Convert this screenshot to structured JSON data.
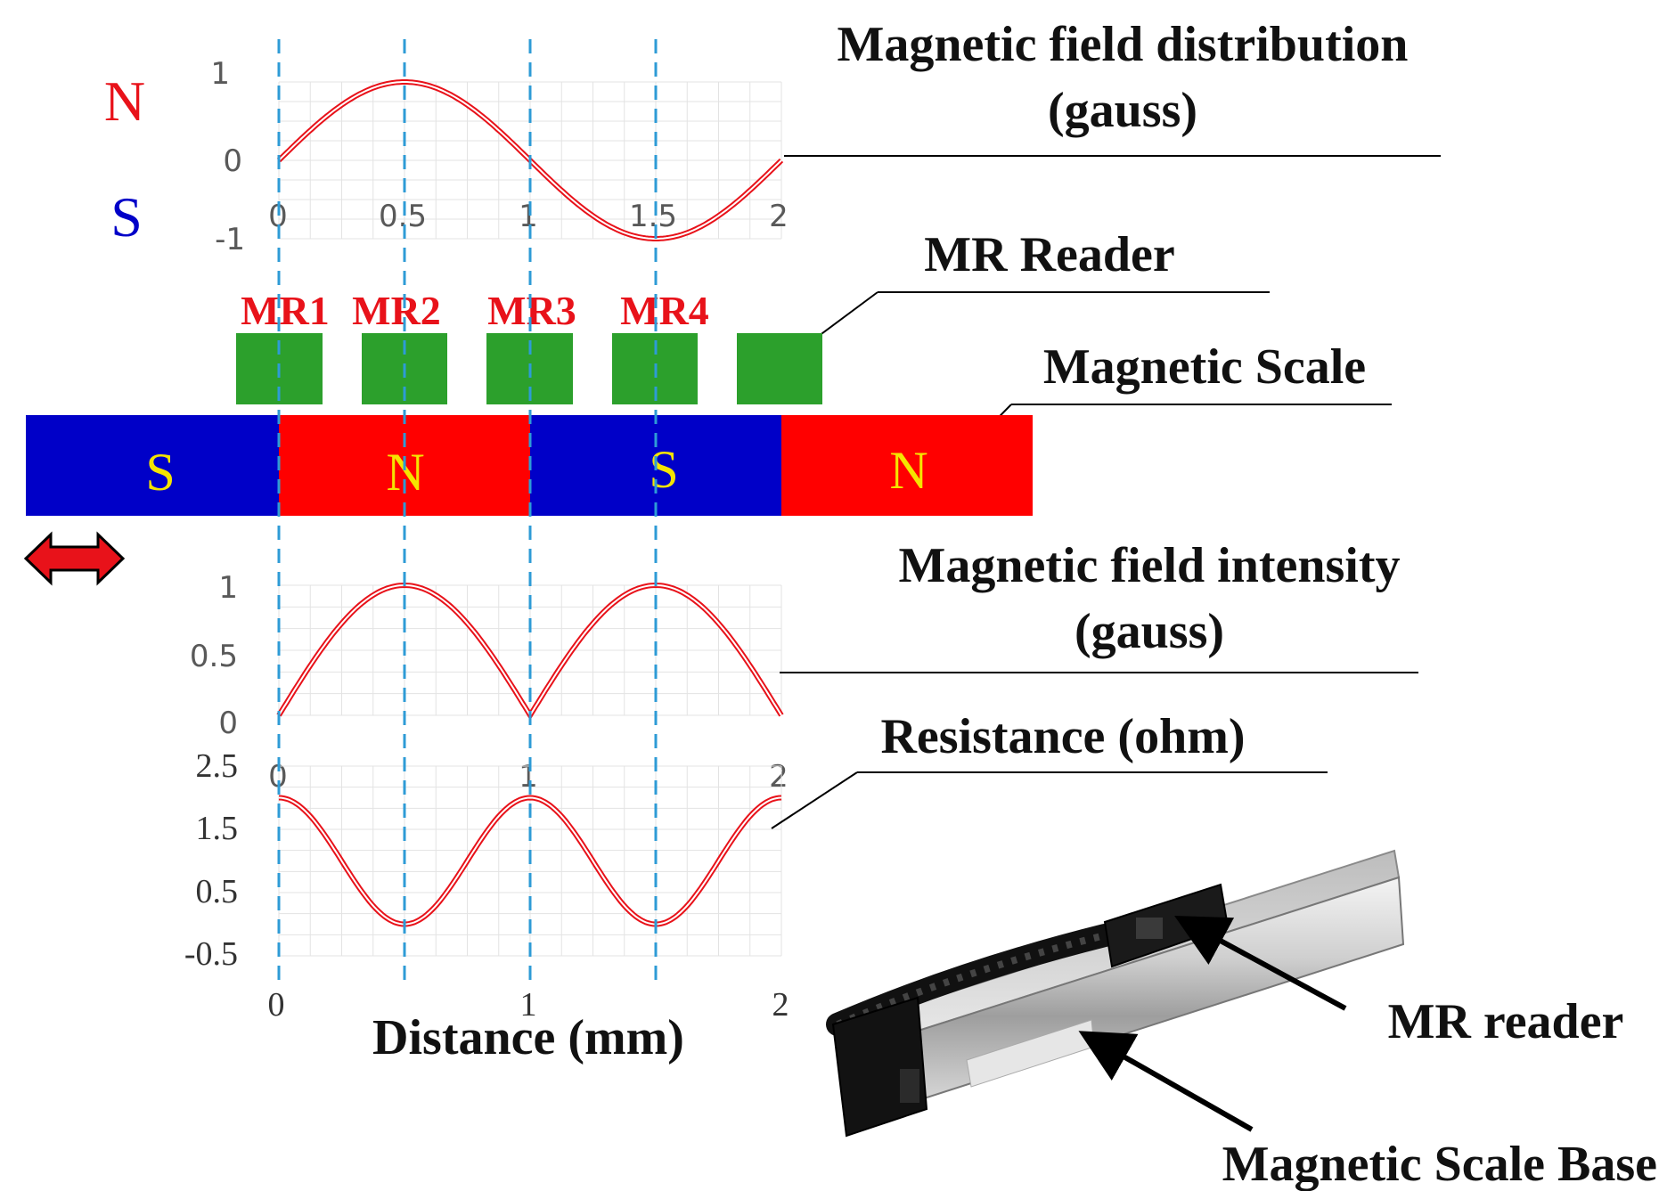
{
  "titles": {
    "field_distribution_1": "Magnetic field distribution",
    "field_distribution_2": "(gauss)",
    "mr_reader": "MR Reader",
    "magnetic_scale": "Magnetic Scale",
    "field_intensity_1": "Magnetic field intensity",
    "field_intensity_2": "(gauss)",
    "resistance": "Resistance (ohm)",
    "distance_label": "Distance (mm)"
  },
  "pole_side_labels": {
    "north": "N",
    "south": "S"
  },
  "mr_labels": [
    "MR1",
    "MR2",
    "MR3",
    "MR4"
  ],
  "scale_segments": [
    {
      "pole": "S",
      "color": "#0000c8"
    },
    {
      "pole": "N",
      "color": "#ff0000"
    },
    {
      "pole": "S",
      "color": "#0000c8"
    },
    {
      "pole": "N",
      "color": "#ff0000"
    }
  ],
  "photo_labels": {
    "mr_reader": "MR reader",
    "scale_base": "Magnetic Scale Base"
  },
  "colors": {
    "curve": "#e8121a",
    "guide": "#2e9bd6",
    "mr_block": "#2ca02c",
    "north": "#ff0000",
    "south": "#0000c8"
  },
  "chart_data": [
    {
      "type": "line",
      "title": "Magnetic field distribution (gauss)",
      "x": [
        0,
        0.25,
        0.5,
        0.75,
        1,
        1.25,
        1.5,
        1.75,
        2
      ],
      "series": [
        {
          "values": [
            0,
            0.71,
            1,
            0.71,
            0,
            -0.71,
            -1,
            -0.71,
            0
          ]
        }
      ],
      "xlim": [
        0,
        2
      ],
      "ylim": [
        -1,
        1
      ],
      "x_ticks": [
        "0",
        "0.5",
        "1",
        "1.5",
        "2"
      ],
      "y_ticks": [
        "1",
        "0",
        "-1"
      ],
      "grid": true
    },
    {
      "type": "line",
      "title": "Magnetic field intensity (gauss)",
      "x": [
        0,
        0.25,
        0.5,
        0.75,
        1,
        1.25,
        1.5,
        1.75,
        2
      ],
      "series": [
        {
          "values": [
            0,
            0.71,
            1,
            0.71,
            0,
            0.71,
            1,
            0.71,
            0
          ]
        }
      ],
      "xlim": [
        0,
        2
      ],
      "ylim": [
        0,
        1
      ],
      "x_ticks": [
        "0",
        "1",
        "2"
      ],
      "y_ticks": [
        "1",
        "0.5",
        "0"
      ],
      "grid": true
    },
    {
      "type": "line",
      "title": "Resistance (ohm)",
      "xlabel": "Distance (mm)",
      "x": [
        0,
        0.25,
        0.5,
        0.75,
        1,
        1.25,
        1.5,
        1.75,
        2
      ],
      "series": [
        {
          "values": [
            2,
            1,
            0,
            1,
            2,
            1,
            0,
            1,
            2
          ]
        }
      ],
      "xlim": [
        0,
        2
      ],
      "ylim": [
        -0.5,
        2.5
      ],
      "x_ticks": [
        "0",
        "1",
        "2"
      ],
      "y_ticks": [
        "2.5",
        "1.5",
        "0.5",
        "-0.5"
      ],
      "grid": true
    }
  ]
}
